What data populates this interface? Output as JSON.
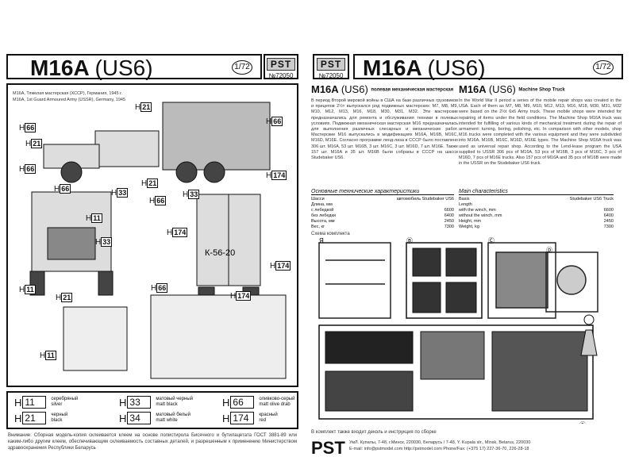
{
  "left_page": {
    "title": "M16A",
    "subtitle": "(US6)",
    "scale": "1/72",
    "logo": {
      "mark": "PST",
      "number": "№72050"
    },
    "variants": [
      "M16A, Тяжелая мастерская (ХССР), Германия, 1945 г.",
      "M16A, 1st Guard Armoured Army (USSR), Germany, 1945"
    ],
    "paint_labels": [
      "H 21",
      "H 66",
      "H 21",
      "H 66",
      "H 66",
      "H 33",
      "H 21",
      "H 66",
      "H 174",
      "H 66",
      "H 11",
      "H 33",
      "H 33",
      "H 174",
      "H 11",
      "H 21",
      "H 66",
      "H 174",
      "H 11",
      "H 174"
    ],
    "truck_marking": "К-56-20",
    "legend": [
      {
        "prefix": "H",
        "code": "11",
        "ru": "серебряный",
        "en": "silver"
      },
      {
        "prefix": "H",
        "code": "33",
        "ru": "матовый черный",
        "en": "matt black"
      },
      {
        "prefix": "H",
        "code": "66",
        "ru": "оливково-серый",
        "en": "matt olive drab"
      },
      {
        "prefix": "H",
        "code": "21",
        "ru": "черный",
        "en": "black"
      },
      {
        "prefix": "H",
        "code": "34",
        "ru": "матовый белый",
        "en": "matt white"
      },
      {
        "prefix": "H",
        "code": "174",
        "ru": "красный",
        "en": "red"
      }
    ],
    "notice": "Внимание: Сборная модель-копия склеивается клеем на основе полистирола Бисячного и бутилацетата ГОСТ 3881-89 или каким-либо другим клеем, обеспечивающим склеиваемость составных деталей, и разрешенным к применению Министерством здравоохранения Республики Беларусь"
  },
  "right_page": {
    "title": "M16A",
    "subtitle": "(US6)",
    "scale": "1/72",
    "logo": {
      "mark": "PST",
      "number": "№72050"
    },
    "ru": {
      "heading": "M16A",
      "heading_sub": "(US6)",
      "heading_desc": "полевая механическая мастерская",
      "body": "В период Второй мировой войны в США на базе различных грузовиков и прицепов 2½т выпускался ряд подвижных мастерских: M7, M8, M9, M10, M12, M13, M16, M18, M30, M31, M32. Эти мастерские предназначались для ремонта и обслуживания техники в полевых условиях. Подвижная механическая мастерская M16 предназначалась для выполнения различных слесарных и механических работ. Мастерские M16 выпускались в модификациях M16A, M16B, M16C, M16D, M16E. Согласно программе ленд-лиза в СССР было поставлено 306 шт. M16A, 53 шт. M16B, 3 шт. M16C, 3 шт. M16D, 7 шт. M16E. Также 157 шт. M16A и 35 шт. M16B были собраны в СССР на шасси Studebaker US6.",
      "table_title": "Основные технические характеристики",
      "rows": [
        [
          "Шасси",
          "автомобиль Studebaker US6"
        ],
        [
          "Длина, мм",
          ""
        ],
        [
          "с лебедкой",
          "6600"
        ],
        [
          "без лебедки",
          "6400"
        ],
        [
          "Высота, мм",
          "2450"
        ],
        [
          "Вес, кг",
          "7300"
        ]
      ]
    },
    "en": {
      "heading": "M16A",
      "heading_sub": "(US6)",
      "heading_desc": "Machine Shop Truck",
      "body": "In the World War II period a series of the mobile repair shops was created in the USA. Each of them as M7, M8, M9, M10, M12, M13, M16, M18, M30, M31, M32 were based on the 2½t 6x6 Army truck. These mobile shops were intended for repairing of items under the field conditions. The Machine Shop M16A truck was intended for fulfilling of various kinds of mechanical treatment during the repair of armament: turning, boring, polishing, etc. In comparison with other models, shop M16 trucks were completed with the various equipment and they were subdivided into M16A, M16B, M16C, M16D, M16E types. The Machine Shop M16A truck was used as universal repair shop. According to the Lend-lease program the USA supplied to USSR 306 pcs of M16A, 53 pcs of M16B, 3 pcs of M16C, 3 pcs of M16D, 7 pcs of M16E trucks. Also 157 pcs of M16A and 35 pcs of M16B were made in the USSR on the Studebaker US6 truck.",
      "table_title": "Main characteristics",
      "rows": [
        [
          "Basis",
          "Studebaker US6 Truck"
        ],
        [
          "Length",
          ""
        ],
        [
          "with the winch, mm",
          "6600"
        ],
        [
          "without the winch, mm",
          "6400"
        ],
        [
          "Height, mm",
          "2450"
        ],
        [
          "Weight, kg",
          "7300"
        ]
      ]
    },
    "sprue_heading": "Схема комплекта",
    "sprue_labels": [
      "Я",
      "Ⓑ",
      "Ⓒ",
      "Ⓓ",
      "Ⓔ"
    ],
    "footer_note": "В комплект также входит деколь и инструкция по сборке",
    "brand": "PST",
    "address": "УмЛ. Купалы, 7-48, г.Минск, 220030, Беларусь / 7-48, Y. Kupala str., Minsk, Belarus, 220030",
    "contacts": "E-mail: info@pstmodel.com  http://pstmodel.com  Phone/Fax: (+375 17) 227-36-70, 226-28-18"
  }
}
